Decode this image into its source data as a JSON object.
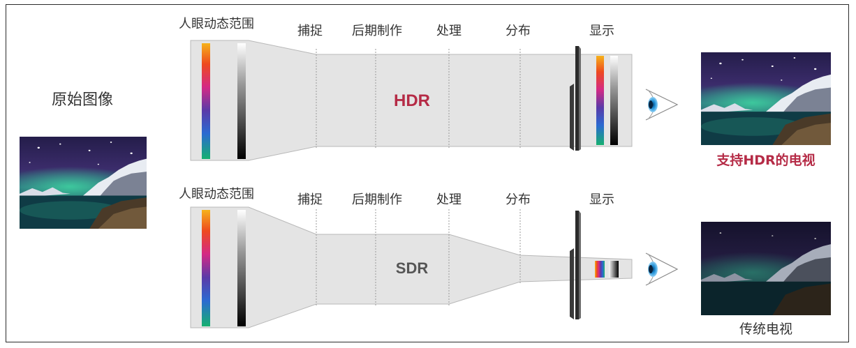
{
  "original_label": "原始图像",
  "colors": {
    "band_fill": "#e4e4e4",
    "band_stroke": "#b8b8b8",
    "hdr_accent": "#b52b46",
    "sdr_text": "#555555",
    "label_text": "#333333",
    "eye_blue": "#1f8fd6"
  },
  "rows": [
    {
      "id": "hdr",
      "stage_labels": [
        "人眼动态范围",
        "捕捉",
        "后期制作",
        "处理",
        "分布",
        "显示"
      ],
      "center_label": "HDR",
      "tv_caption": "支持HDR的电视"
    },
    {
      "id": "sdr",
      "stage_labels": [
        "人眼动态范围",
        "捕捉",
        "后期制作",
        "处理",
        "分布",
        "显示"
      ],
      "center_label": "SDR",
      "tv_caption": "传统电视"
    }
  ]
}
